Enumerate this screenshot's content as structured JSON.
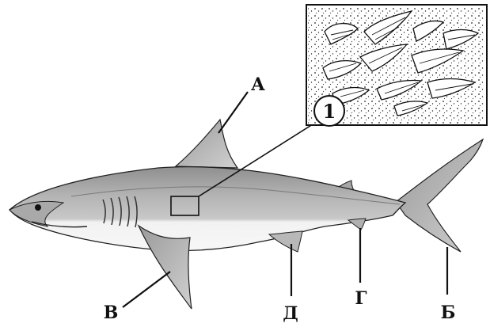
{
  "colors": {
    "ink": "#111111",
    "body_shade": "#b9b9b9",
    "belly": "#f4f4f4",
    "background": "#ffffff"
  },
  "labels": {
    "dorsal_fin": "А",
    "tail_fin": "Б",
    "pectoral_fin": "В",
    "anal_fin": "Г",
    "pelvic_fin": "Д",
    "inset_marker": "1"
  },
  "inset": {
    "content": "placoid-scales-magnified"
  }
}
